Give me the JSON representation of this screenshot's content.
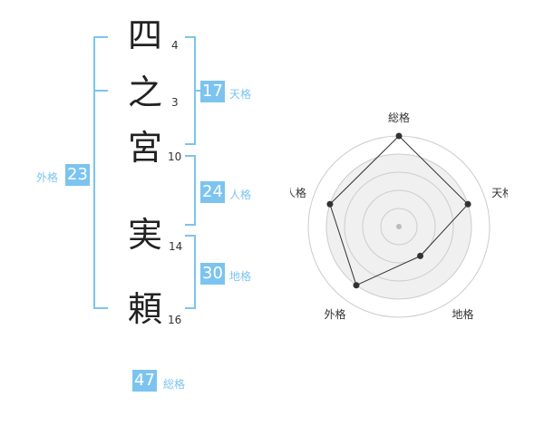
{
  "name": {
    "chars": [
      {
        "char": "四",
        "strokes": "4"
      },
      {
        "char": "之",
        "strokes": "3"
      },
      {
        "char": "宮",
        "strokes": "10"
      },
      {
        "char": "実",
        "strokes": "14"
      },
      {
        "char": "頼",
        "strokes": "16"
      }
    ]
  },
  "fortune": {
    "tenkaku": {
      "value": "17",
      "label": "天格"
    },
    "jinkaku": {
      "value": "24",
      "label": "人格"
    },
    "chikaku": {
      "value": "30",
      "label": "地格"
    },
    "gaikaku": {
      "value": "23",
      "label": "外格"
    },
    "soukaku": {
      "value": "47",
      "label": "総格"
    }
  },
  "chart_data": {
    "type": "radar",
    "axes": [
      "総格",
      "天格",
      "地格",
      "外格",
      "人格"
    ],
    "values": [
      5,
      4,
      2,
      4,
      4
    ],
    "max": 5,
    "rings": 5,
    "colors": {
      "fill": "#f0f0f0",
      "line": "#333333",
      "ring": "#cccccc",
      "point": "#333333",
      "center": "#bbbbbb"
    }
  }
}
